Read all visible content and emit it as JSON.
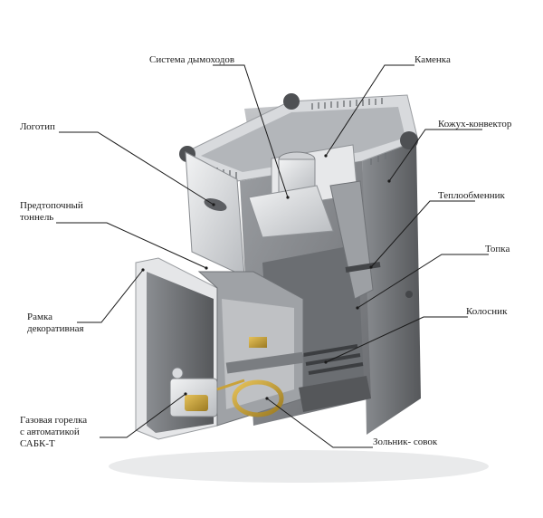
{
  "labels": {
    "flue_system": "Система дымоходов",
    "heater_stones": "Каменка",
    "logo": "Логотип",
    "casing_convector": "Кожух-конвектор",
    "pre_furnace_tunnel": "Предтопочный\nтоннель",
    "heat_exchanger": "Теплообменник",
    "firebox": "Топка",
    "decorative_frame": "Рамка\nдекоративная",
    "grate": "Колосник",
    "gas_burner": "Газовая горелка\nс автоматикой\nСАБК-Т",
    "ash_pan": "Зольник- совок"
  },
  "colors": {
    "leader": "#1a1a1a",
    "body_dark": "#5f6164",
    "body_mid": "#7d8084",
    "body_light": "#a9acb0",
    "steel": "#d9dbde",
    "brass": "#c9a23a"
  }
}
